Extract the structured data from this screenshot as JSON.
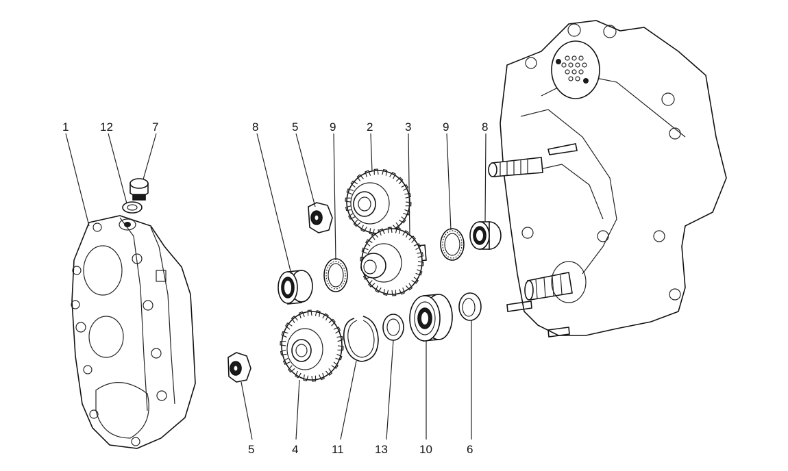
{
  "callouts": [
    {
      "id": "c1",
      "text": "1"
    },
    {
      "id": "c12",
      "text": "12"
    },
    {
      "id": "c7",
      "text": "7"
    },
    {
      "id": "c8a",
      "text": "8"
    },
    {
      "id": "c5a",
      "text": "5"
    },
    {
      "id": "c9a",
      "text": "9"
    },
    {
      "id": "c2",
      "text": "2"
    },
    {
      "id": "c3",
      "text": "3"
    },
    {
      "id": "c9b",
      "text": "9"
    },
    {
      "id": "c8b",
      "text": "8"
    },
    {
      "id": "c5b",
      "text": "5"
    },
    {
      "id": "c4",
      "text": "4"
    },
    {
      "id": "c11",
      "text": "11"
    },
    {
      "id": "c13",
      "text": "13"
    },
    {
      "id": "c10",
      "text": "10"
    },
    {
      "id": "c6",
      "text": "6"
    }
  ]
}
